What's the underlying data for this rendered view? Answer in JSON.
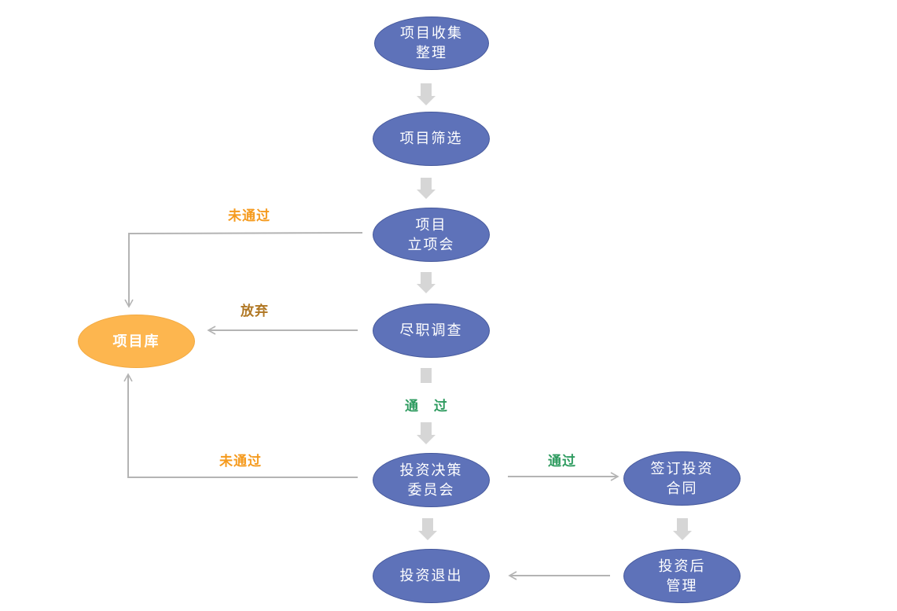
{
  "nodes": {
    "collect": "项目收集\n整理",
    "screen": "项目筛选",
    "initiate": "项目\n立项会",
    "due_diligence": "尽职调查",
    "committee": "投资决策\n委员会",
    "exit": "投资退出",
    "contract": "签订投资\n合同",
    "post": "投资后\n管理",
    "pool": "项目库"
  },
  "labels": {
    "rejected_top": "未通过",
    "abandon": "放弃",
    "pass_center": "通 过",
    "rejected_bottom": "未通过",
    "pass_right": "通过"
  },
  "colors": {
    "process_node": "#5e72b9",
    "pool_node": "#fdb64f",
    "arrow_gray": "#d6d6d6",
    "line_gray": "#b4b4b4"
  }
}
